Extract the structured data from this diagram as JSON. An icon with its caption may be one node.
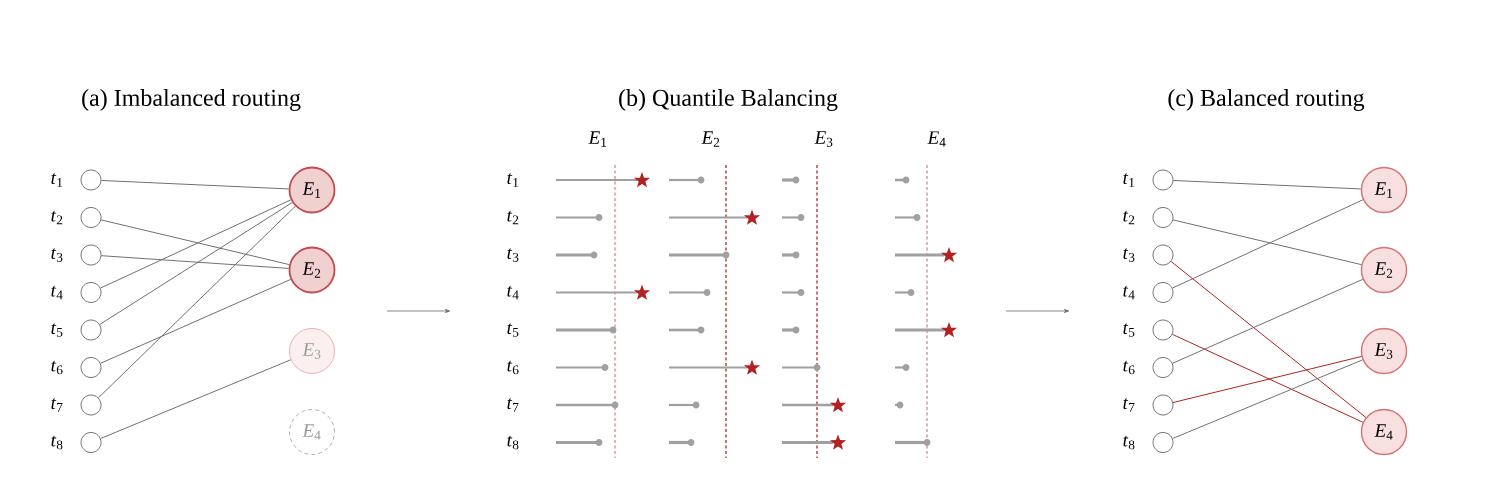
{
  "diagram": {
    "nodes": [
      {
        "text": [],
        "shape": "circle",
        "beside": [
          "*t*$_{1}$"
        ]
      },
      {
        "text": [],
        "shape": "circle",
        "beside": [
          "*t*$_{2}$"
        ]
      },
      {
        "text": [],
        "shape": "circle",
        "beside": [
          "*t*$_{3}$"
        ]
      },
      {
        "text": [],
        "shape": "circle",
        "beside": [
          "*t*$_{4}$"
        ]
      },
      {
        "text": [],
        "shape": "circle",
        "beside": [
          "*t*$_{5}$"
        ]
      },
      {
        "text": [],
        "shape": "circle",
        "beside": [
          "*t*$_{6}$"
        ]
      },
      {
        "text": [],
        "shape": "circle",
        "beside": [
          "*t*$_{7}$"
        ]
      },
      {
        "text": [],
        "shape": "circle",
        "beside": [
          "*t*$_{8}$"
        ]
      },
      {
        "text": [
          "*E*$_{1}$"
        ]
      },
      {
        "text": [
          "*E*$_{2}$"
        ]
      },
      {
        "text": [
          "*E*$_{3}$"
        ]
      },
      {
        "text": [
          "*E*$_{4}$"
        ]
      },
      {
        "text": [],
        "shape": "circle",
        "beside": [
          "*t*$_{1}$"
        ]
      },
      {
        "text": [],
        "shape": "circle",
        "beside": [
          "*t*$_{2}$"
        ]
      },
      {
        "text": [],
        "shape": "circle",
        "beside": [
          "*t*$_{3}$"
        ]
      },
      {
        "text": [],
        "shape": "circle",
        "beside": [
          "*t*$_{4}$"
        ]
      },
      {
        "text": [],
        "shape": "circle",
        "beside": [
          "*t*$_{5}$"
        ]
      },
      {
        "text": [],
        "shape": "circle",
        "beside": [
          "*t*$_{6}$"
        ]
      },
      {
        "text": [],
        "shape": "circle",
        "beside": [
          "*t*$_{7}$"
        ]
      },
      {
        "text": [],
        "shape": "circle",
        "beside": [
          "*t*$_{8}$"
        ]
      },
      {
        "text": [
          "*E*$_{1}$"
        ]
      },
      {
        "text": [
          "*E*$_{2}$"
        ]
      },
      {
        "text": [
          "*E*$_{3}$"
        ]
      },
      {
        "text": [
          "*E*$_{4}$"
        ]
      }
    ],
    "edges": [
      {
        "from": 0,
        "to": 8,
        "arrow": "none"
      },
      {
        "from": 1,
        "to": 9,
        "arrow": "none"
      },
      {
        "from": 2,
        "to": 9,
        "arrow": "none"
      },
      {
        "from": 3,
        "to": 8,
        "arrow": "none"
      },
      {
        "from": 4,
        "to": 8,
        "arrow": "none"
      },
      {
        "from": 5,
        "to": 9,
        "arrow": "none"
      },
      {
        "from": 6,
        "to": 8,
        "arrow": "none"
      },
      {
        "from": 7,
        "to": 10,
        "arrow": "none"
      },
      {
        "from": 12,
        "to": 20,
        "arrow": "none"
      },
      {
        "from": 13,
        "to": 21,
        "arrow": "none"
      },
      {
        "from": 14,
        "to": 23,
        "arrow": "none",
        "color": "#b22222"
      },
      {
        "from": 15,
        "to": 20,
        "arrow": "none"
      },
      {
        "from": 16,
        "to": 23,
        "arrow": "none",
        "color": "#b22222"
      },
      {
        "from": 17,
        "to": 21,
        "arrow": "none"
      },
      {
        "from": 18,
        "to": 22,
        "arrow": "none",
        "color": "#b22222"
      },
      {
        "from": 19,
        "to": 22,
        "arrow": "none"
      }
    ],
    "labels": [
      "(a) Imbalanced routing",
      "(b) Quantile Balancing",
      "(c) Balanced routing",
      "*E*$_{1}$",
      "*E*$_{2}$",
      "*E*$_{3}$",
      "*E*$_{4}$",
      "*t*$_{1}$",
      "*t*$_{2}$",
      "*t*$_{3}$",
      "*t*$_{4}$",
      "*t*$_{5}$",
      "*t*$_{6}$",
      "*t*$_{7}$",
      "*t*$_{8}$"
    ]
  }
}
